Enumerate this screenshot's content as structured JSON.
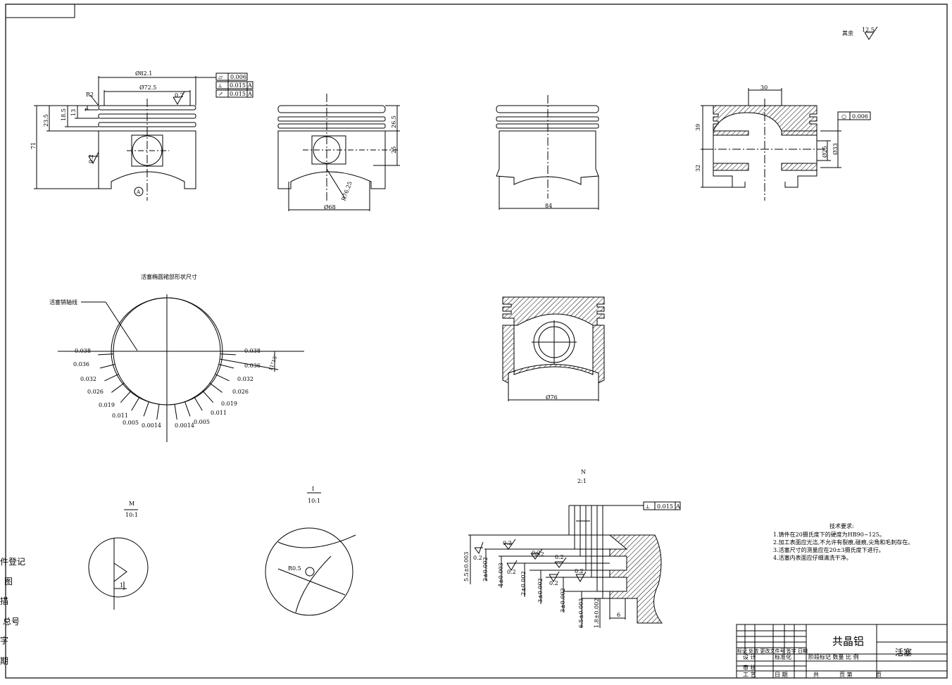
{
  "roughness_rest": {
    "label": "其余",
    "value": "12.5"
  },
  "view1": {
    "dims": [
      "Ø82.1",
      "Ø72.5",
      "0.2",
      "R2",
      "7",
      "13",
      "18.5",
      "23.5",
      "71",
      "0.2"
    ],
    "datum": "A",
    "tolerances": [
      {
        "symbol": "▱",
        "value": "0.006",
        "datum": ""
      },
      {
        "symbol": "⟂",
        "value": "0.015",
        "datum": "A"
      },
      {
        "symbol": "↗",
        "value": "0.015",
        "datum": "A"
      }
    ]
  },
  "view2": {
    "dims": [
      "26.5",
      "25",
      "R76.25",
      "Ø68"
    ]
  },
  "view3": {
    "dims": [
      "84"
    ]
  },
  "view4": {
    "dims": [
      "30",
      "39",
      "32",
      "Ø25",
      "Ø33"
    ],
    "tolerance": {
      "symbol": "○",
      "value": "0.006"
    }
  },
  "ellipse": {
    "title": "活塞椭圆裙部形状尺寸",
    "leader": "活塞销轴线",
    "angle": "11°15'",
    "left_labels": [
      "0.038",
      "0.036",
      "0.032",
      "0.026",
      "0.019",
      "0.011",
      "0.005",
      "0.0014"
    ],
    "right_labels": [
      "0.038",
      "0.036",
      "0.032",
      "0.026",
      "0.019",
      "0.011",
      "0.005",
      "0.0014"
    ]
  },
  "section": {
    "dim": "Ø76"
  },
  "detail_m": {
    "name": "M",
    "scale": "10:1",
    "dim": "1"
  },
  "detail_i": {
    "name": "I",
    "scale": "10:1",
    "dim": "R0.5"
  },
  "detail_n": {
    "name": "N",
    "scale": "2:1",
    "tolerance": {
      "symbol": "⟂",
      "value": "0.015",
      "datum": "A"
    },
    "roughness": [
      "0.2",
      "0.2",
      "0.2",
      "0.2",
      "0.2",
      "0.2",
      "0.2",
      "0.2"
    ],
    "dims": [
      "5.5±0.003",
      "2±0.002",
      "4±0.003",
      "2±0.002",
      "3±0.002",
      "3±0.002",
      "6.5±0.003",
      "1.8±0.002",
      "6"
    ]
  },
  "notes": {
    "title": "技术要求:",
    "items": [
      "1.铸件在20摄氏度下的硬度为HB90~125。",
      "2.加工表面应光洁,不允许有裂痕,碰痕,尖角和毛刺存在。",
      "3.活塞尺寸的测量应在20±3摄氏度下进行。",
      "4.活塞内表面应仔细清洗干净。"
    ]
  },
  "left_strip": [
    "件登记",
    "图",
    "描",
    "总号",
    "字",
    "期"
  ],
  "title_block": {
    "material": "共晶铝",
    "part_name": "活塞",
    "row_headers": "标记 处数 更改文件号 签字 日期",
    "design": "设 计",
    "standard": "标准化",
    "stage": "阶段标记 数量 比 例",
    "review": "审 核",
    "process": "工 艺",
    "date": "日 期",
    "sheets": "共",
    "sheet_of": "页 第",
    "page": "页"
  }
}
